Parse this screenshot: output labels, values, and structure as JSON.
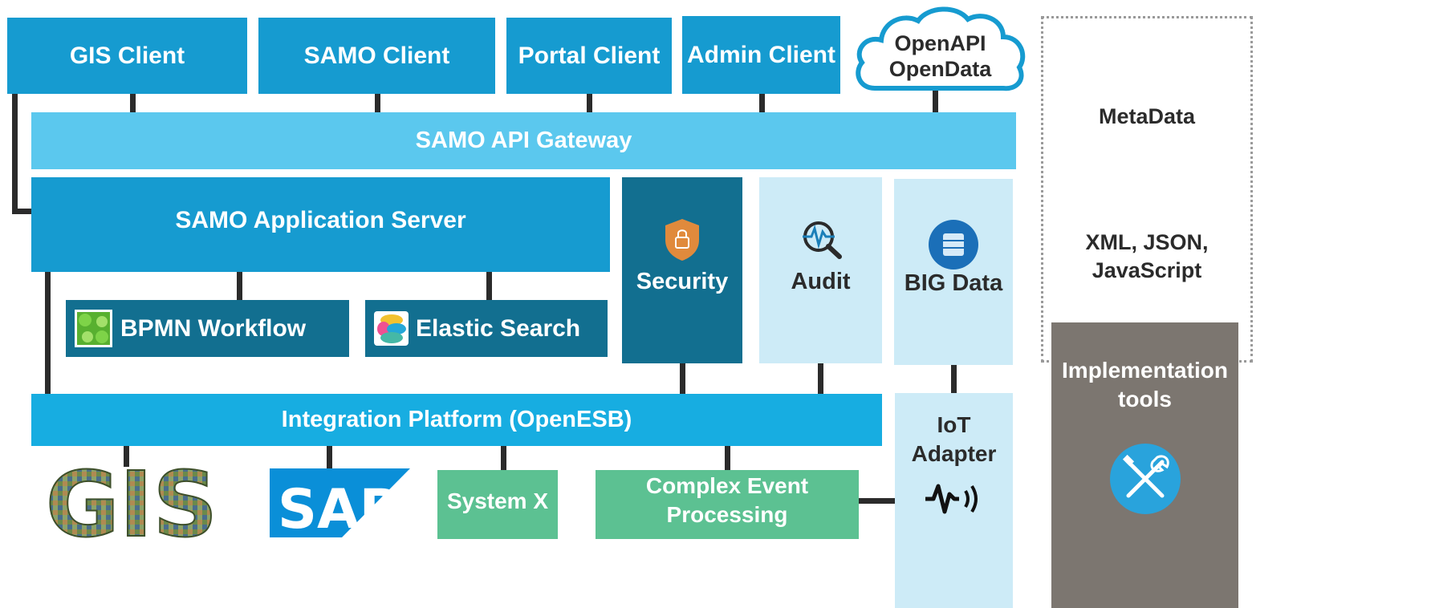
{
  "clients": {
    "gis": "GIS Client",
    "samo": "SAMO Client",
    "portal": "Portal Client",
    "admin": "Admin Client"
  },
  "cloud": {
    "line1": "OpenAPI",
    "line2": "OpenData"
  },
  "gateway": "SAMO API Gateway",
  "app_server": "SAMO Application Server",
  "bpmn": "BPMN Workflow",
  "elastic": "Elastic Search",
  "security": "Security",
  "audit": "Audit",
  "big_data": "BIG Data",
  "integration": "Integration Platform (OpenESB)",
  "iot": {
    "line1": "IoT",
    "line2": "Adapter"
  },
  "system_x": "System X",
  "cep": {
    "line1": "Complex Event",
    "line2": "Processing"
  },
  "metadata": {
    "title": "MetaData",
    "formats_line1": "XML, JSON,",
    "formats_line2": "JavaScript"
  },
  "impl_tools": {
    "line1": "Implementation",
    "line2": "tools"
  },
  "logos": {
    "gis": "GIS",
    "sap": "SAP"
  },
  "colors": {
    "client_blue": "#169bd0",
    "gateway_blue": "#5bc8ee",
    "app_server_blue": "#169bd0",
    "dark_teal": "#126f90",
    "light_panel": "#cdebf7",
    "integration_blue": "#17ade1",
    "green": "#5cc192",
    "grey": "#7c7670"
  }
}
